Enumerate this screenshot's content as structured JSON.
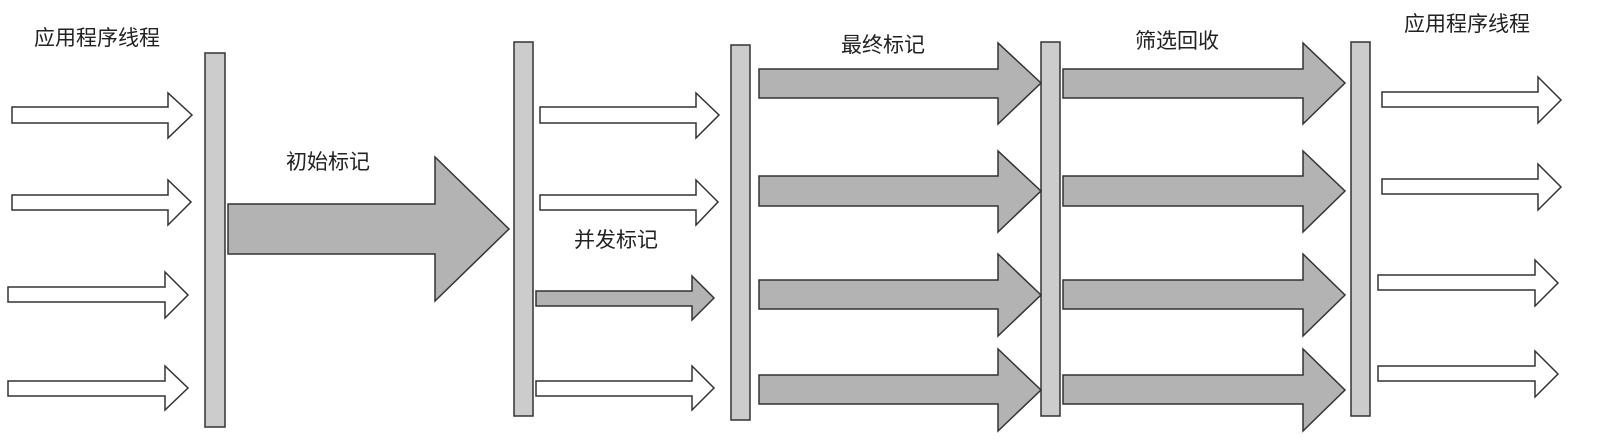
{
  "diagram": {
    "phases": {
      "app_threads_before": "应用程序线程",
      "initial_mark": "初始标记",
      "concurrent_mark": "并发标记",
      "final_mark": "最终标记",
      "live_data_counting_evacuation": "筛选回收",
      "app_threads_after": "应用程序线程"
    },
    "colors": {
      "barrier_fill": "#cccccc",
      "gc_arrow_fill": "#b3b3b3",
      "app_arrow_fill": "#ffffff",
      "stroke": "#333333"
    }
  }
}
